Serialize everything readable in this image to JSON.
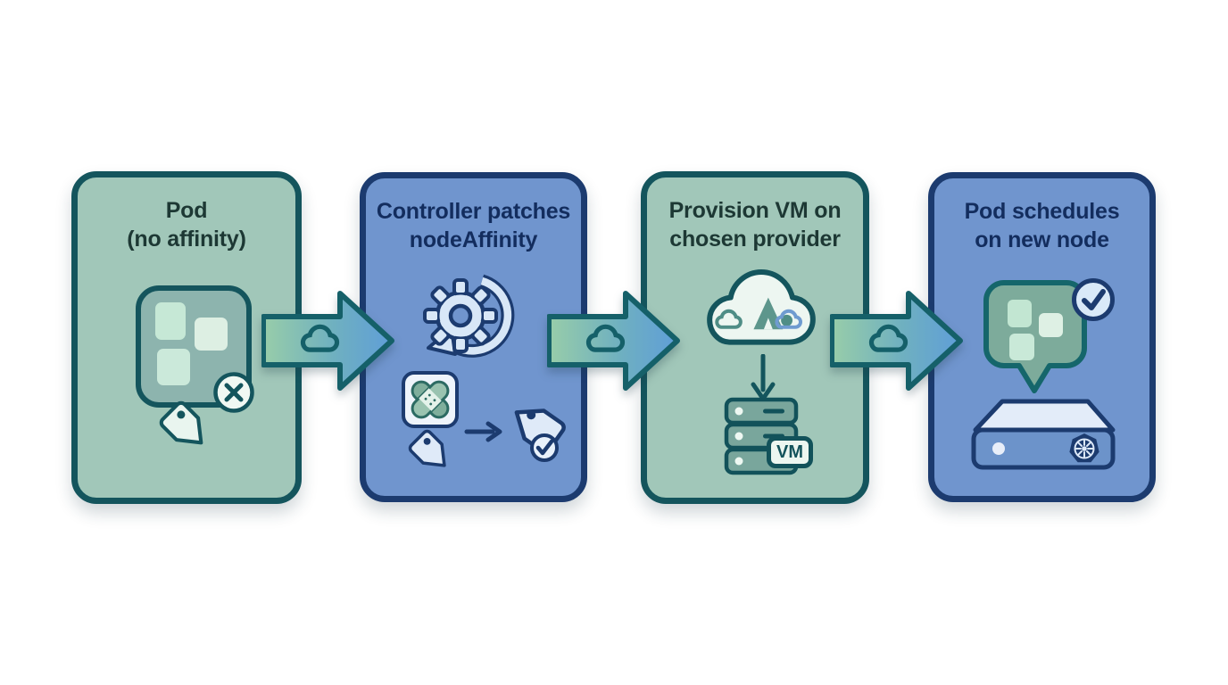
{
  "diagram": {
    "description": "Four-step flow: pod without affinity gets nodeAffinity patched, VM provisioned on a cloud provider, pod schedules on the new node",
    "steps": [
      {
        "title_line1": "Pod",
        "title_line2": "(no affinity)",
        "theme": "green",
        "icons": [
          "pod-grid-icon",
          "cross-badge-icon",
          "tag-icon"
        ]
      },
      {
        "title_line1": "Controller patches",
        "title_line2": "nodeAffinity",
        "theme": "blue",
        "icons": [
          "gear-refresh-icon",
          "patch-icon",
          "tag-icon",
          "arrow-right-icon",
          "tag-checked-icon"
        ]
      },
      {
        "title_line1": "Provision VM on",
        "title_line2": "chosen provider",
        "theme": "green",
        "vm_badge_label": "VM",
        "icons": [
          "providers-cloud-icon",
          "aws-cloud-icon",
          "azure-triangle-icon",
          "gcp-cloud-icon",
          "down-arrow-icon",
          "server-rack-icon"
        ]
      },
      {
        "title_line1": "Pod schedules",
        "title_line2": "on new node",
        "theme": "blue",
        "icons": [
          "pod-bubble-icon",
          "check-badge-icon",
          "node-icon",
          "kubernetes-icon"
        ]
      }
    ],
    "connectors": [
      {
        "from": "Pod (no affinity)",
        "to": "Controller patches nodeAffinity",
        "icon": "cloud-icon"
      },
      {
        "from": "Controller patches nodeAffinity",
        "to": "Provision VM on chosen provider",
        "icon": "cloud-icon"
      },
      {
        "from": "Provision VM on chosen provider",
        "to": "Pod schedules on new node",
        "icon": "cloud-icon"
      }
    ],
    "colors": {
      "background": "#ffffff",
      "card_green_fill": "#a1c7b9",
      "card_green_border": "#14555d",
      "card_green_title": "#1d3834",
      "card_blue_fill": "#7095ce",
      "card_blue_border": "#1c3b6f",
      "card_blue_title": "#132d5e",
      "arrow_gradient_start": "#98cda9",
      "arrow_gradient_mid": "#6fb0c0",
      "arrow_gradient_end": "#5f9ed8",
      "arrow_outline": "#156069",
      "mint_square": "#cdeadc",
      "vm_badge_bg": "#ecf6f0",
      "vm_badge_border": "#12525a"
    }
  }
}
